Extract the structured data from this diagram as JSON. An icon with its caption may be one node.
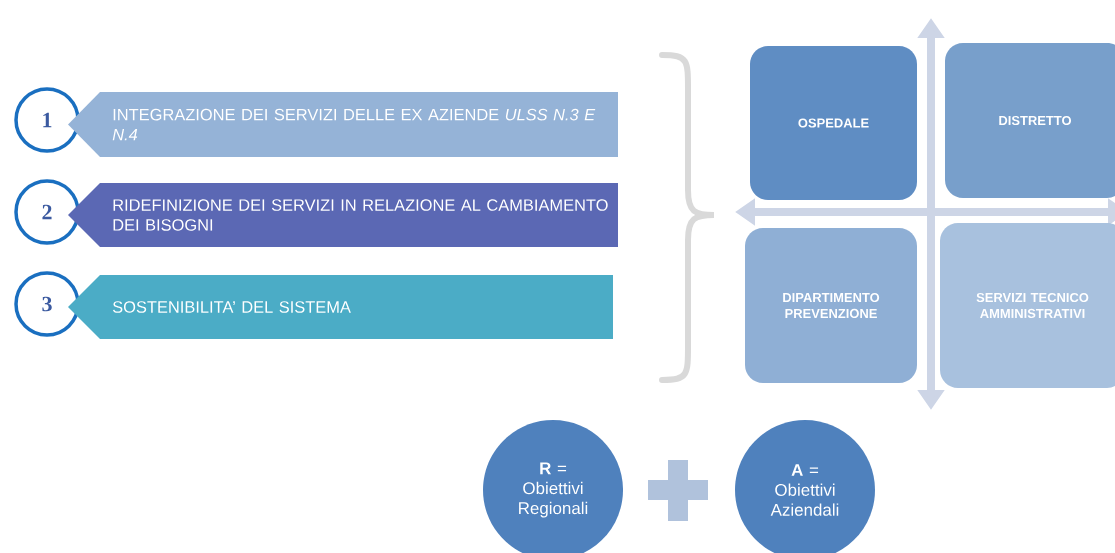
{
  "diagram": {
    "nodes": [
      {
        "text": [
          "1"
        ]
      },
      {
        "text": [
          "INTEGRAZIONE DEI SERVIZI DELLE EX AZIENDE *ULSS N.3 E N.4*"
        ]
      },
      {
        "text": [
          "2"
        ]
      },
      {
        "text": [
          "RIDEFINIZIONE DEI SERVIZI IN RELAZIONE AL CAMBIAMENTO DEI BISOGNI"
        ]
      },
      {
        "text": [
          "3"
        ]
      },
      {
        "text": [
          "SOSTENIBILITA’ DEL SISTEMA"
        ]
      },
      {
        "text": [
          "OSPEDALE"
        ]
      },
      {
        "text": [
          "DISTRETTO"
        ]
      },
      {
        "text": [
          "DIPARTIMENTO PREVENZIONE"
        ]
      },
      {
        "text": [
          "SERVIZI TECNICO AMMINISTRATIVI"
        ]
      },
      {
        "text": [
          "**R** = Obiettivi Regionali"
        ]
      },
      {
        "text": [
          "**A** = Obiettivi Aziendali"
        ]
      }
    ]
  }
}
